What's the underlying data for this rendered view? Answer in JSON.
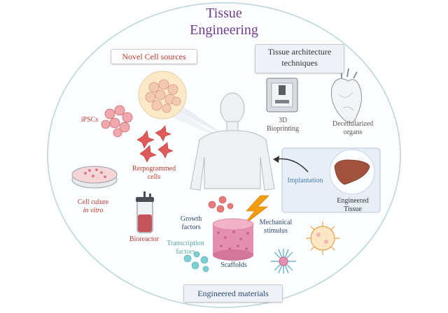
{
  "title_line1": "Tissue",
  "title_line2": "Engineering",
  "boxes": {
    "novel_cell_sources": "Novel Cell sources",
    "architecture_line1": "Tissue architecture",
    "architecture_line2": "techniques",
    "engineered_materials": "Engineered materials"
  },
  "labels": {
    "ipscs": "iPSCs",
    "reprogrammed_line1": "Rerpogrammed",
    "reprogrammed_line2": "cells",
    "culture_line1": "Cell culure",
    "culture_line2": "in vitro",
    "bioreactor": "Bioreactor",
    "bioprinting_line1": "3D",
    "bioprinting_line2": "Bioprinting",
    "decell_line1": "Decellularized",
    "decell_line2": "organs",
    "implantation": "Implantation",
    "eng_tissue_line1": "Engineered",
    "eng_tissue_line2": "Tissue",
    "growth_line1": "Growth",
    "growth_line2": "factors",
    "mech_line1": "Mechanical",
    "mech_line2": "stimulus",
    "transcription_line1": "Transcription",
    "transcription_line2": "factors",
    "scaffolds": "Scaffolds"
  },
  "colors": {
    "circle": "#b9d3dc",
    "title": "#6e3b8f",
    "red_text": "#c0392b",
    "blue_text": "#4a7fb0",
    "teal_text": "#5aa9a7",
    "cell_fill": "#f3c9b0",
    "liver": "#a0523d",
    "scaffold": "#e58fae",
    "bolt": "#f39c12",
    "box_fill": "#e8eef6"
  }
}
